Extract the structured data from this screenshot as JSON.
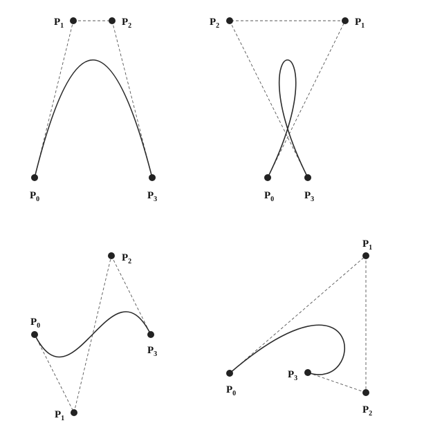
{
  "panels": [
    {
      "points": [
        {
          "label": "P",
          "sub": "0"
        },
        {
          "label": "P",
          "sub": "1"
        },
        {
          "label": "P",
          "sub": "2"
        },
        {
          "label": "P",
          "sub": "3"
        }
      ]
    },
    {
      "points": [
        {
          "label": "P",
          "sub": "0"
        },
        {
          "label": "P",
          "sub": "1"
        },
        {
          "label": "P",
          "sub": "2"
        },
        {
          "label": "P",
          "sub": "3"
        }
      ]
    },
    {
      "points": [
        {
          "label": "P",
          "sub": "0"
        },
        {
          "label": "P",
          "sub": "1"
        },
        {
          "label": "P",
          "sub": "2"
        },
        {
          "label": "P",
          "sub": "3"
        }
      ]
    },
    {
      "points": [
        {
          "label": "P",
          "sub": "0"
        },
        {
          "label": "P",
          "sub": "1"
        },
        {
          "label": "P",
          "sub": "2"
        },
        {
          "label": "P",
          "sub": "3"
        }
      ]
    }
  ]
}
